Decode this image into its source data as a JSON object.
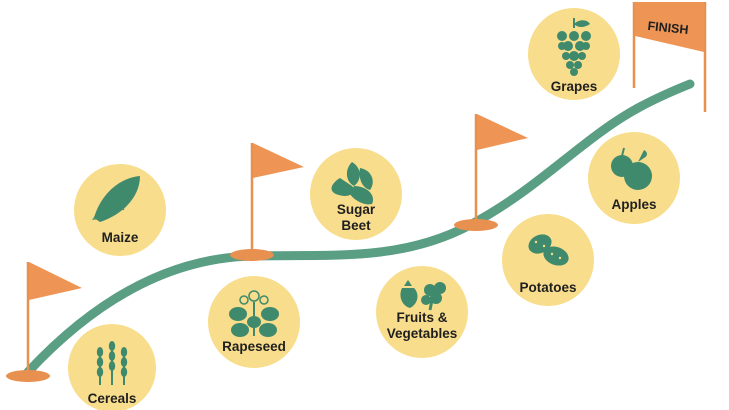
{
  "colors": {
    "path": "#5a9e84",
    "flag": "#ee9555",
    "pole": "#e8904f",
    "circle": "#f8dd8c",
    "icon": "#3f8a6c",
    "text": "#1f1f1f",
    "finish_text": "#1f1f1f"
  },
  "finish": {
    "label": "FINISH"
  },
  "nodes": [
    {
      "id": "cereals",
      "label": [
        "Cereals"
      ],
      "icon": "wheat-icon"
    },
    {
      "id": "maize",
      "label": [
        "Maize"
      ],
      "icon": "corn-icon"
    },
    {
      "id": "rapeseed",
      "label": [
        "Rapeseed"
      ],
      "icon": "rapeseed-plant-icon"
    },
    {
      "id": "sugar-beet",
      "label": [
        "Sugar",
        "Beet"
      ],
      "icon": "sugar-beet-icon"
    },
    {
      "id": "fruits-vegetables",
      "label": [
        "Fruits &",
        "Vegetables"
      ],
      "icon": "strawberry-broccoli-icon"
    },
    {
      "id": "potatoes",
      "label": [
        "Potatoes"
      ],
      "icon": "potato-icon"
    },
    {
      "id": "apples",
      "label": [
        "Apples"
      ],
      "icon": "apple-icon"
    },
    {
      "id": "grapes",
      "label": [
        "Grapes"
      ],
      "icon": "grapes-icon"
    }
  ]
}
